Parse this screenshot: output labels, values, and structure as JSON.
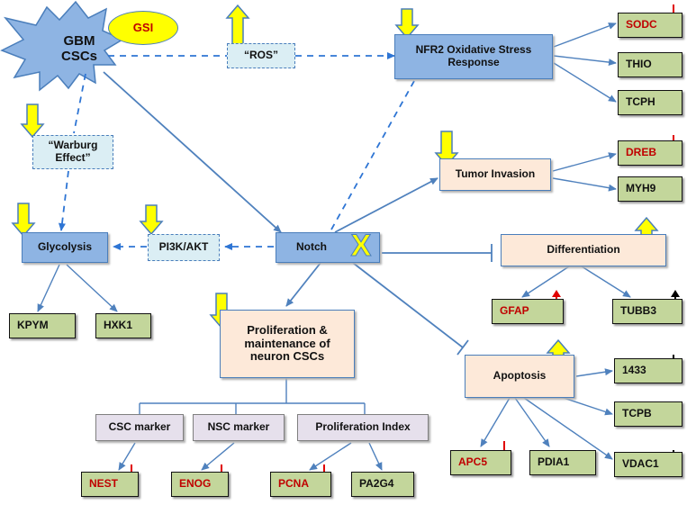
{
  "nodes": {
    "gbm": "GBM\nCSCs",
    "gsi": "GSI",
    "ros": "“ROS”",
    "nrf2": "NFR2 Oxidative Stress Response",
    "warburg": "“Warburg Effect”",
    "glycolysis": "Glycolysis",
    "pi3k": "PI3K/AKT",
    "notch": "Notch",
    "notch_mark": "X",
    "tumor": "Tumor Invasion",
    "diff": "Differentiation",
    "prolif": "Proliferation & maintenance of neuron CSCs",
    "apoptosis": "Apoptosis",
    "csc_marker": "CSC marker",
    "nsc_marker": "NSC marker",
    "prolif_index": "Proliferation Index"
  },
  "genes": {
    "sodc": "SODC",
    "thio": "THIO",
    "tcph": "TCPH",
    "dreb": "DREB",
    "myh9": "MYH9",
    "gfap": "GFAP",
    "tubb3": "TUBB3",
    "kpym": "KPYM",
    "hxk1": "HXK1",
    "g1433": "1433",
    "tcpb": "TCPB",
    "apc5": "APC5",
    "pdia1": "PDIA1",
    "vdac1": "VDAC1",
    "nest": "NEST",
    "enog": "ENOG",
    "pcna": "PCNA",
    "pa2g4": "PA2G4"
  },
  "colors": {
    "edge": "#4f81bd",
    "dashed_edge": "#2e75d4",
    "arrow_fill": "#ffff00",
    "arrow_stroke": "#4a7ebb",
    "red_text": "#c00000"
  },
  "icons": {
    "up_arrow": "up-arrow-icon",
    "down_arrow": "down-arrow-icon",
    "gene_down_black": "small-black-down-arrow-icon",
    "gene_down_red": "small-red-down-arrow-icon",
    "gene_up_black": "small-black-up-arrow-icon",
    "gene_up_red": "small-red-up-arrow-icon"
  }
}
